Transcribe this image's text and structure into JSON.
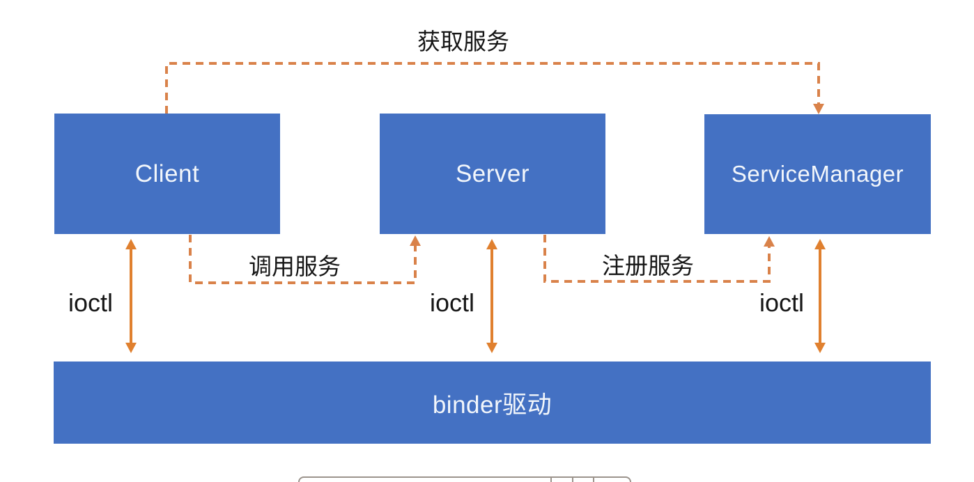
{
  "diagram": {
    "nodes": [
      {
        "id": "client",
        "label": "Client"
      },
      {
        "id": "server",
        "label": "Server"
      },
      {
        "id": "service-manager",
        "label": "ServiceManager"
      },
      {
        "id": "binder-driver",
        "label": "binder驱动"
      }
    ],
    "edges": [
      {
        "id": "get-service",
        "label": "获取服务",
        "from": "Client",
        "to": "ServiceManager",
        "style": "dashed-arrow"
      },
      {
        "id": "call-service",
        "label": "调用服务",
        "from": "Client",
        "to": "Server",
        "style": "dashed-arrow"
      },
      {
        "id": "register-service",
        "label": "注册服务",
        "from": "Server",
        "to": "ServiceManager",
        "style": "dashed-arrow"
      },
      {
        "id": "ioctl-client",
        "label": "ioctl",
        "from": "Client",
        "to": "binder驱动",
        "style": "solid-double-arrow"
      },
      {
        "id": "ioctl-server",
        "label": "ioctl",
        "from": "Server",
        "to": "binder驱动",
        "style": "solid-double-arrow"
      },
      {
        "id": "ioctl-service-manager",
        "label": "ioctl",
        "from": "ServiceManager",
        "to": "binder驱动",
        "style": "solid-double-arrow"
      }
    ],
    "colors": {
      "node_fill": "#4471C3",
      "node_text": "#F2F6FB",
      "connector_solid": "#E0802F",
      "connector_dashed": "#D9824A",
      "label_text": "#161616",
      "bottom_bar_border": "#9B938C",
      "page_bg": "#FFFFFF"
    }
  }
}
